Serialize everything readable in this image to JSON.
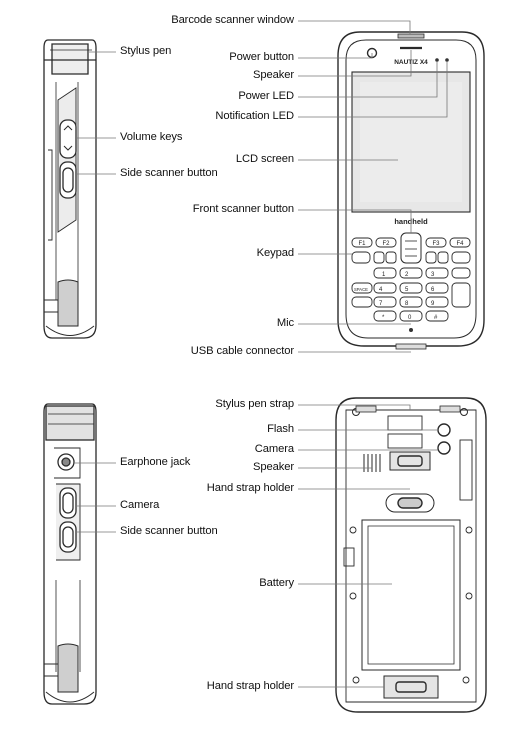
{
  "top_labels": {
    "barcode_window": "Barcode scanner window",
    "stylus_pen": "Stylus pen",
    "power_button": "Power button",
    "speaker": "Speaker",
    "power_led": "Power LED",
    "notification_led": "Notification LED",
    "volume_keys": "Volume keys",
    "side_scanner_button": "Side scanner button",
    "lcd_screen": "LCD screen",
    "front_scanner_button": "Front scanner button",
    "keypad": "Keypad",
    "mic": "Mic",
    "usb_cable_connector": "USB cable connector"
  },
  "bottom_labels": {
    "stylus_pen_strap": "Stylus pen strap",
    "flash": "Flash",
    "camera_back": "Camera",
    "speaker": "Speaker",
    "hand_strap_holder_top": "Hand strap holder",
    "earphone_jack": "Earphone jack",
    "camera_side": "Camera",
    "side_scanner_button": "Side scanner button",
    "battery": "Battery",
    "hand_strap_holder_bottom": "Hand strap holder"
  },
  "device_text": {
    "model": "NAUTIZ X4",
    "brand": "handheld"
  },
  "keypad_keys": {
    "f1": "F1",
    "f2": "F2",
    "f3": "F3",
    "f4": "F4",
    "k1": "1",
    "k2": "2",
    "k3": "3",
    "k4": "4",
    "k5": "5",
    "k6": "6",
    "k7": "7",
    "k8": "8",
    "k9": "9",
    "k0": "0",
    "star": "*",
    "hash": "#",
    "space": "SPACE"
  },
  "colors": {
    "outline": "#2a2a2a",
    "leader": "#777777",
    "shade": "#d6d6d6",
    "screen": "#e7e7e7"
  }
}
